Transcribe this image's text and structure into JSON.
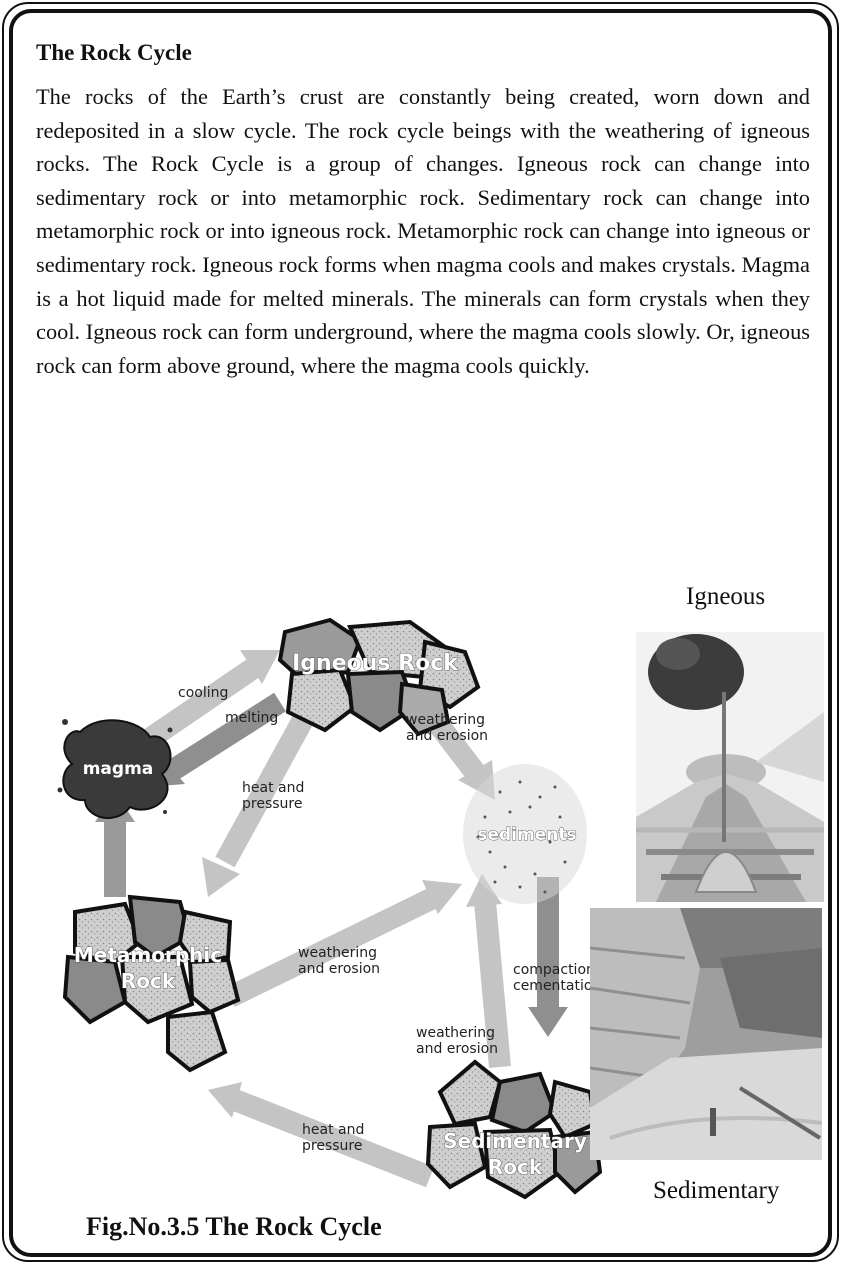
{
  "title": "The Rock Cycle",
  "paragraph": "The rocks of the Earth’s crust are constantly being created,  worn down and redeposited in a slow cycle. The rock cycle beings with the weathering of igneous rocks. The Rock Cycle is a group of changes. Igneous rock can change into sedimentary rock or into metamorphic rock. Sedimentary rock can change into metamorphic rock or into igneous rock. Metamorphic rock can change into igneous or sedimentary rock. Igneous rock forms when magma cools and makes crystals. Magma is a hot liquid made for melted minerals. The minerals can form crystals when they cool. Igneous rock can form underground, where the magma cools slowly. Or, igneous rock can form above ground, where the magma cools quickly.",
  "diagram": {
    "nodes": {
      "igneous": "Igneous Rock",
      "magma": "magma",
      "sediments": "sediments",
      "metamorphic_line1": "Metamorphic",
      "metamorphic_line2": "Rock",
      "sedimentary_line1": "Sedimentary",
      "sedimentary_line2": "Rock"
    },
    "arrows": {
      "cooling": "cooling",
      "melting": "melting",
      "weathering_erosion_top_1": "weathering",
      "weathering_erosion_top_2": "and erosion",
      "heat_pressure_center_1": "heat and",
      "heat_pressure_center_2": "pressure",
      "weathering_erosion_mid_1": "weathering",
      "weathering_erosion_mid_2": "and erosion",
      "compaction_1": "compaction and",
      "compaction_2": "cementation",
      "weathering_erosion_low_1": "weathering",
      "weathering_erosion_low_2": "and erosion",
      "heat_pressure_bottom_1": "heat and",
      "heat_pressure_bottom_2": "pressure"
    }
  },
  "photos": {
    "igneous_label": "Igneous",
    "sedimentary_label": "Sedimentary"
  },
  "caption": "Fig.No.3.5 The Rock Cycle",
  "colors": {
    "arrow": "#bdbdbd",
    "arrow_dark": "#8a8a8a",
    "rock_light": "#c8c8c8",
    "rock_dark": "#7a7a7a",
    "outline": "#1a1a1a"
  }
}
